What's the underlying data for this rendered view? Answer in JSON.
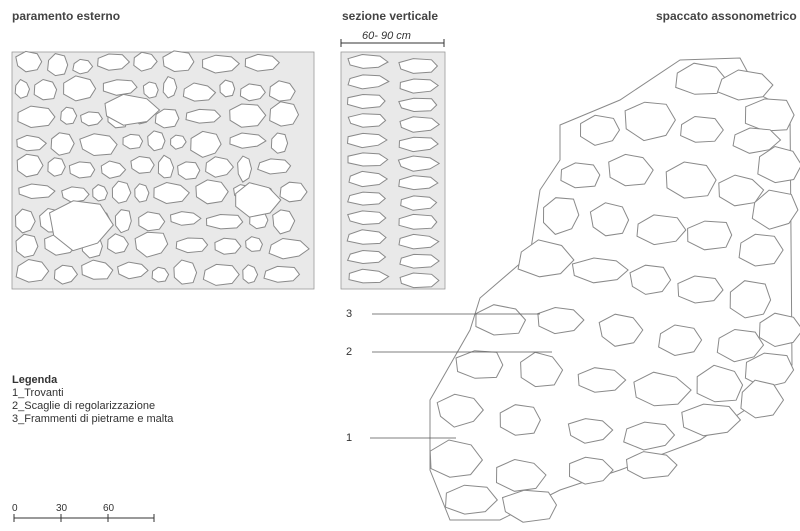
{
  "titles": {
    "external": "paramento esterno",
    "vertical": "sezione verticale",
    "axonometric": "spaccato assonometrico"
  },
  "section_width": "60- 90 cm",
  "callouts": [
    "3",
    "2",
    "1"
  ],
  "legend": {
    "heading": "Legenda",
    "items": [
      "1_Trovanti",
      "2_Scaglie di regolarizzazione",
      "3_Frammenti di pietrame e malta"
    ]
  },
  "scale": [
    "0",
    "30",
    "60"
  ]
}
